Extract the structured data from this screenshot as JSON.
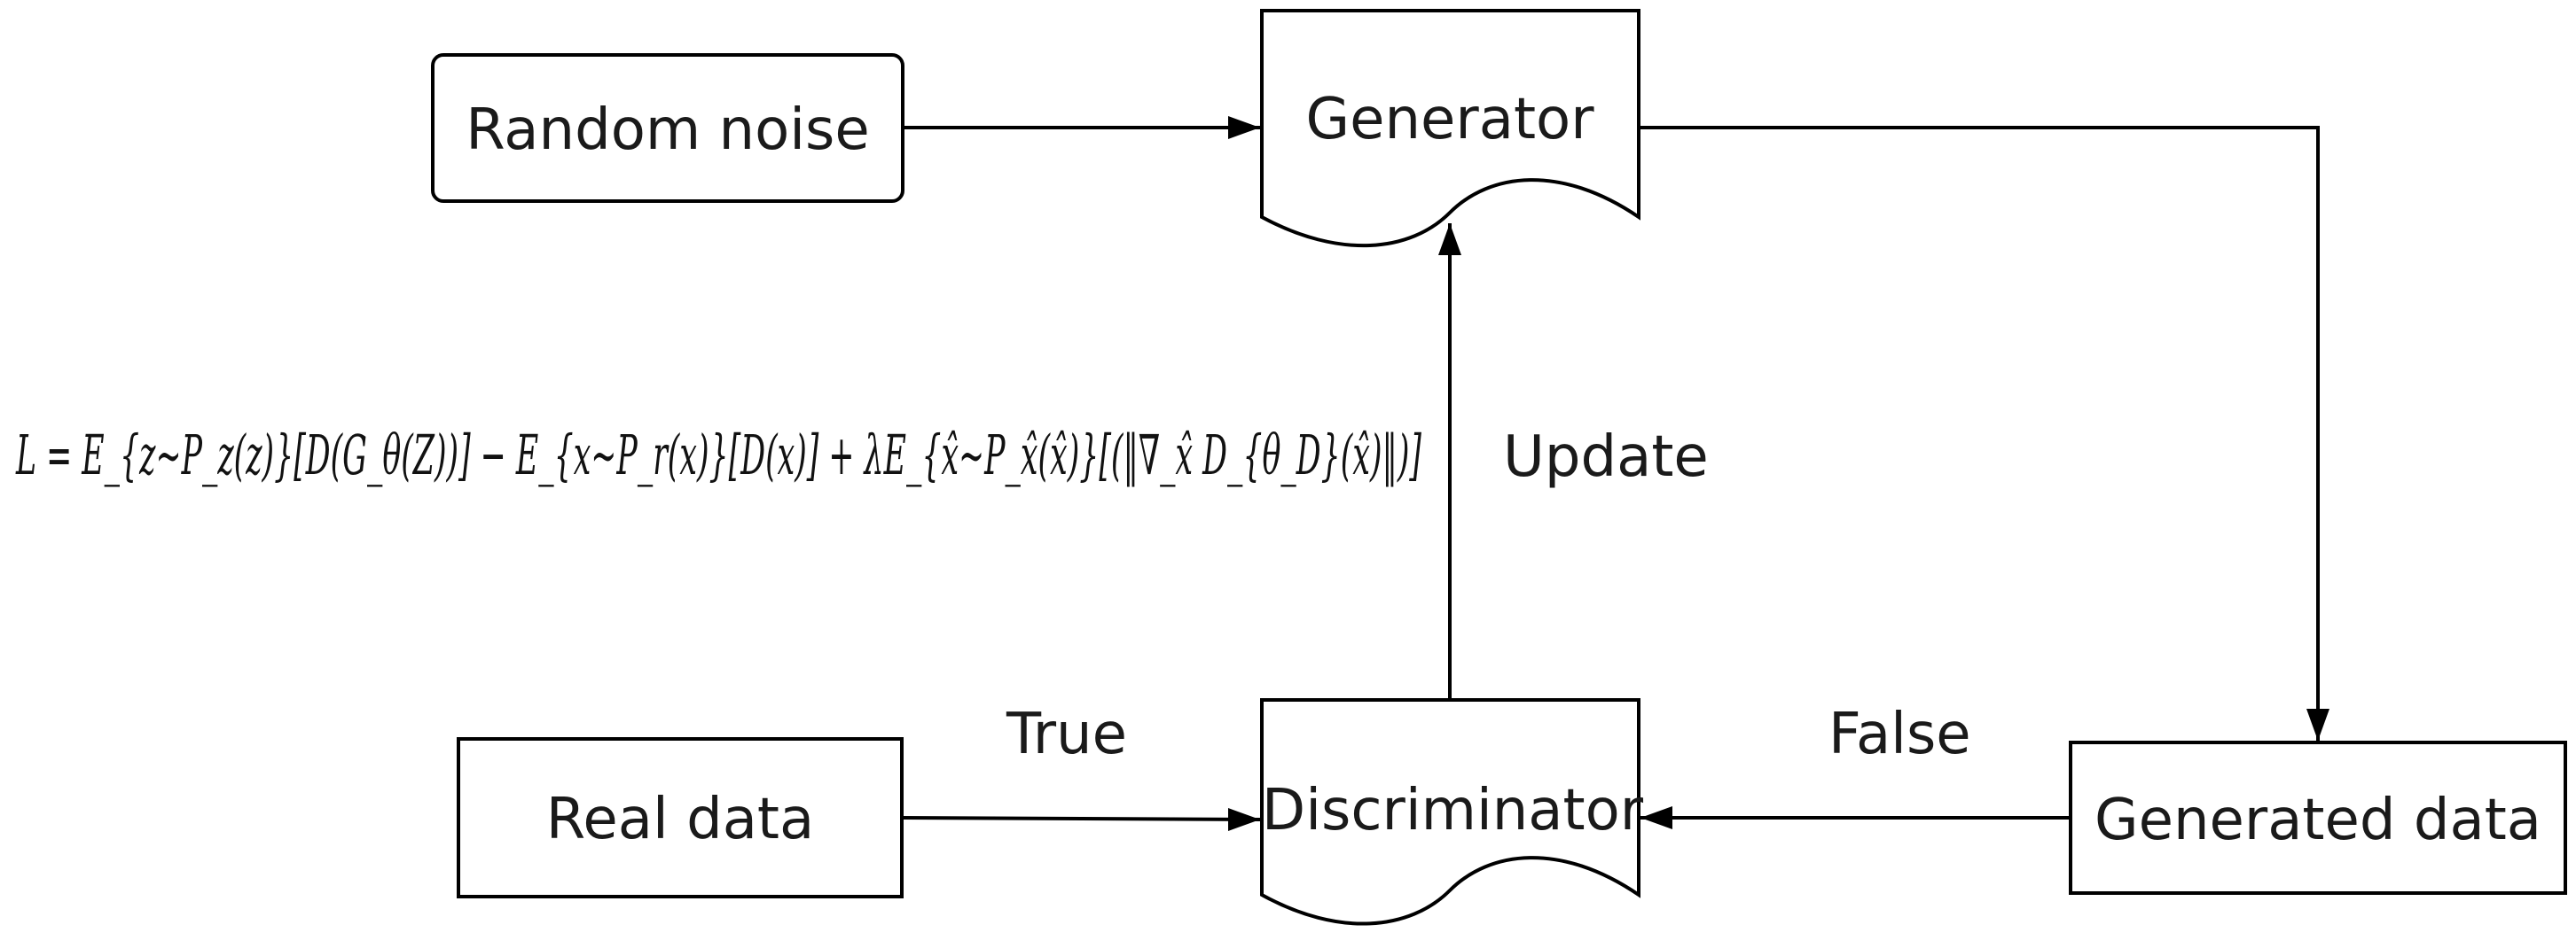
{
  "diagram": {
    "nodes": {
      "random_noise": "Random noise",
      "generator": "Generator",
      "real_data": "Real data",
      "discriminator": "Discriminator",
      "generated_data": "Generated data"
    },
    "edge_labels": {
      "update": "Update",
      "true": "True",
      "false": "False"
    },
    "formula": "L = E_{z~P_z(z)}[D(G_θ(Z))] − E_{x~P_r(x)}[D(x)] + λE_{x̂~P_x̂(x̂)}[(‖∇_x̂ D_{θ_D}(x̂)‖)]",
    "colors": {
      "stroke": "#000000",
      "background": "#ffffff",
      "text": "#1a1a1a"
    }
  }
}
